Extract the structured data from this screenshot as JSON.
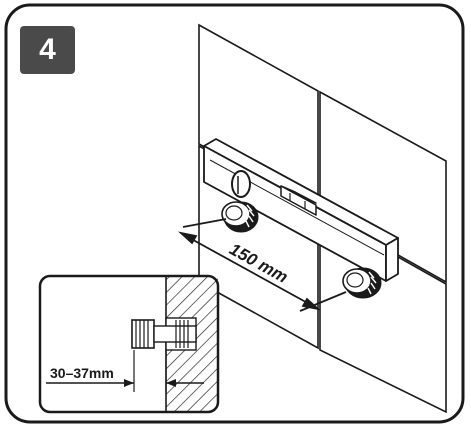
{
  "step": {
    "number": "4"
  },
  "dimensions": {
    "spacing_label": "150 mm",
    "depth_label": "30–37mm"
  },
  "colors": {
    "badge": "#4a4a4a",
    "stroke": "#1a1a1a",
    "tile": "#ffffff",
    "level_body": "#ffffff",
    "hatch_fill": "#ffffff"
  },
  "icons": [
    "spirit-level-icon",
    "dowel-screw-icon"
  ]
}
